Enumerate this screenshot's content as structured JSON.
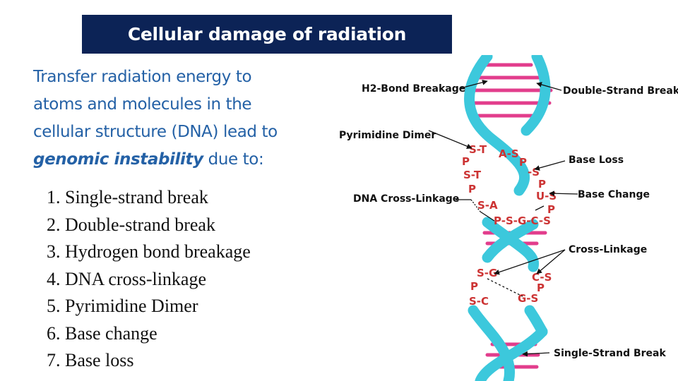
{
  "title": "Cellular damage of radiation",
  "intro": {
    "line1": "Transfer radiation energy to",
    "line2": "atoms  and molecules in the",
    "line3": "cellular  structure (DNA) lead to",
    "emphasis": "genomic  instability",
    "tail": " due to:"
  },
  "damage_list": [
    "1. Single-strand break",
    "2. Double-strand break",
    "3. Hydrogen bond breakage",
    "4. DNA cross-linkage",
    "5. Pyrimidine Dimer",
    "6. Base change",
    "7. Base loss"
  ],
  "diagram": {
    "labels": {
      "h2_bond": "H2-Bond Breakage",
      "double_strand": "Double-Strand Break",
      "pyrimidine": "Pyrimidine Dimer",
      "base_loss": "Base Loss",
      "base_change": "Base Change",
      "cross_link_dna": "DNA Cross-Linkage",
      "cross_linkage": "Cross-Linkage",
      "single_strand": "Single-Strand Break"
    },
    "chem": {
      "s_t_1": "S-T",
      "p_1": "P",
      "s_t_2": "S-T",
      "p_2": "P",
      "a_s": "A-S",
      "p_3": "P",
      "s_1": "-S",
      "p_4": "P",
      "u_s": "U-S",
      "p_5": "P",
      "s_a": "S-A",
      "psgcs": "P-S-G-C-S",
      "s_g": "S-G",
      "p_6": "P",
      "s_c": "S-C",
      "c_s": "C-S",
      "p_7": "P",
      "g_s": "G-S"
    },
    "colors": {
      "helix": "#3cc8dc",
      "rung": "#e23d8c",
      "chem": "#cc3333"
    }
  }
}
